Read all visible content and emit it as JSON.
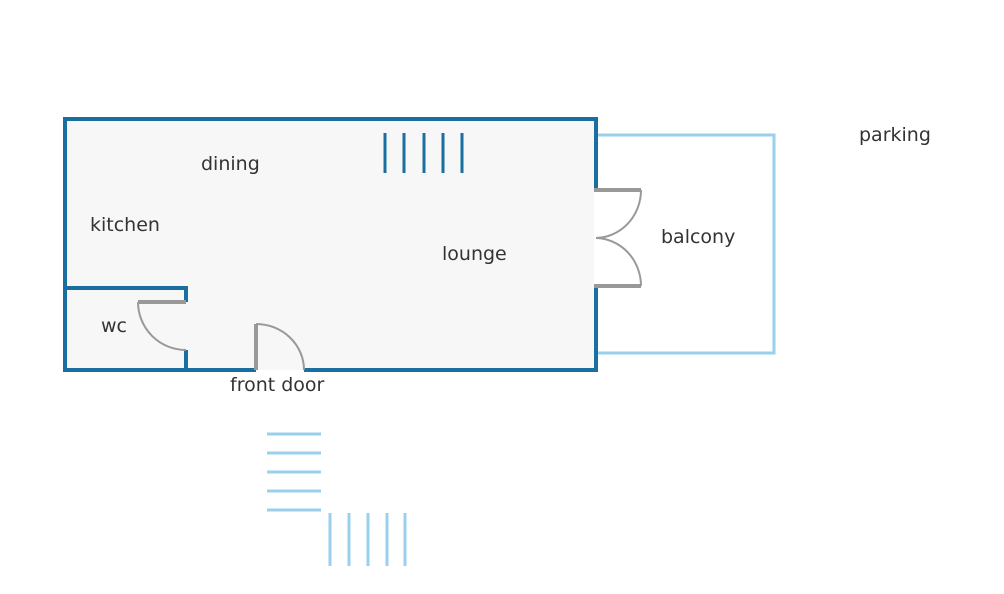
{
  "labels": {
    "dining": "dining",
    "kitchen": "kitchen",
    "lounge": "lounge",
    "wc": "wc",
    "front_door": "front door",
    "balcony": "balcony",
    "parking": "parking"
  },
  "colors": {
    "wall": "#1a6fa0",
    "balcony_wall": "#99d1ec",
    "door": "#999999",
    "floor": "#f7f7f7",
    "text": "#333333"
  }
}
